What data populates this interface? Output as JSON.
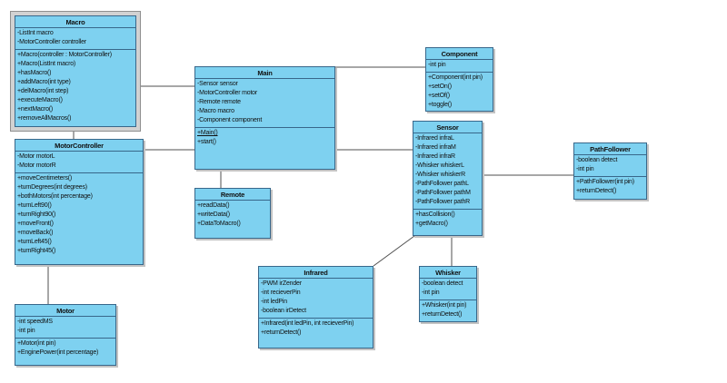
{
  "diagram": {
    "colors": {
      "box_fill": "#7ed1f0",
      "box_border": "#38678a",
      "connector": "#4f4f4f",
      "selection_frame": "#d2d2d2"
    },
    "classes": [
      {
        "name": "Macro",
        "selected": true,
        "attributes": [
          "-ListInt macro",
          "-MotorController controller"
        ],
        "methods": [
          "+Macro(controller : MotorController)",
          "+Macro(ListInt macro)",
          "+hasMacro()",
          "+addMacro(int type)",
          "+delMacro(int step)",
          "+executeMacro()",
          "+nextMacro()",
          "+removeAllMacros()"
        ]
      },
      {
        "name": "MotorController",
        "attributes": [
          "-Motor motorL",
          "-Motor motorR"
        ],
        "methods": [
          "+moveCentimeters()",
          "+turnDegrees(int degrees)",
          "+bothMotors(int percentage)",
          "+turnLeft90()",
          "+turnRight90()",
          "+moveFront()",
          "+moveBack()",
          "+turnLeft45()",
          "+turnRight45()"
        ]
      },
      {
        "name": "Motor",
        "attributes": [
          "-int speedMS",
          "-int pin"
        ],
        "methods": [
          "+Motor(int pin)",
          "+EnginePower(int percentage)"
        ]
      },
      {
        "name": "Main",
        "attributes": [
          "-Sensor sensor",
          "-MotorController motor",
          "-Remote remote",
          "-Macro macro",
          "-Component component"
        ],
        "methods": [
          "+Main()",
          "+start()"
        ],
        "static_method_index": 0
      },
      {
        "name": "Remote",
        "attributes": [],
        "methods": [
          "+readData()",
          "+writeData()",
          "+DataToMacro()"
        ]
      },
      {
        "name": "Component",
        "attributes": [
          "-int pin"
        ],
        "methods": [
          "+Component(int pin)",
          "+setOn()",
          "+setOf()",
          "+toggle()"
        ]
      },
      {
        "name": "Sensor",
        "attributes": [
          "-Infrared infraL",
          "-Infrared infraM",
          "-Infrared infraR",
          "-Whisker whiskerL",
          "-Whisker whiskerR",
          "-PathFollower pathL",
          "-PathFollower pathM",
          "-PathFollower pathR"
        ],
        "methods": [
          "+hasCollision()",
          "+getMacro()"
        ]
      },
      {
        "name": "PathFollower",
        "attributes": [
          "-boolean detect",
          "-int pin"
        ],
        "methods": [
          "+PathFollower(int pin)",
          "+returnDetect()"
        ]
      },
      {
        "name": "Infrared",
        "attributes": [
          "-PWM irZender",
          "-int recieverPin",
          "-int ledPin",
          "-boolean irDetect"
        ],
        "methods": [
          "+Infrared(int ledPin, int recieverPin)",
          "+returnDetect()"
        ]
      },
      {
        "name": "Whisker",
        "attributes": [
          "-boolean detect",
          "-int pin"
        ],
        "methods": [
          "+Whisker(int pin)",
          "+returnDetect()"
        ]
      }
    ],
    "relationships": [
      {
        "from": "Macro",
        "to": "Main"
      },
      {
        "from": "Macro",
        "to": "MotorController"
      },
      {
        "from": "MotorController",
        "to": "Main"
      },
      {
        "from": "MotorController",
        "to": "Motor"
      },
      {
        "from": "Main",
        "to": "Remote"
      },
      {
        "from": "Main",
        "to": "Component"
      },
      {
        "from": "Main",
        "to": "Sensor"
      },
      {
        "from": "Sensor",
        "to": "PathFollower"
      },
      {
        "from": "Sensor",
        "to": "Whisker"
      },
      {
        "from": "Sensor",
        "to": "Infrared"
      }
    ]
  }
}
